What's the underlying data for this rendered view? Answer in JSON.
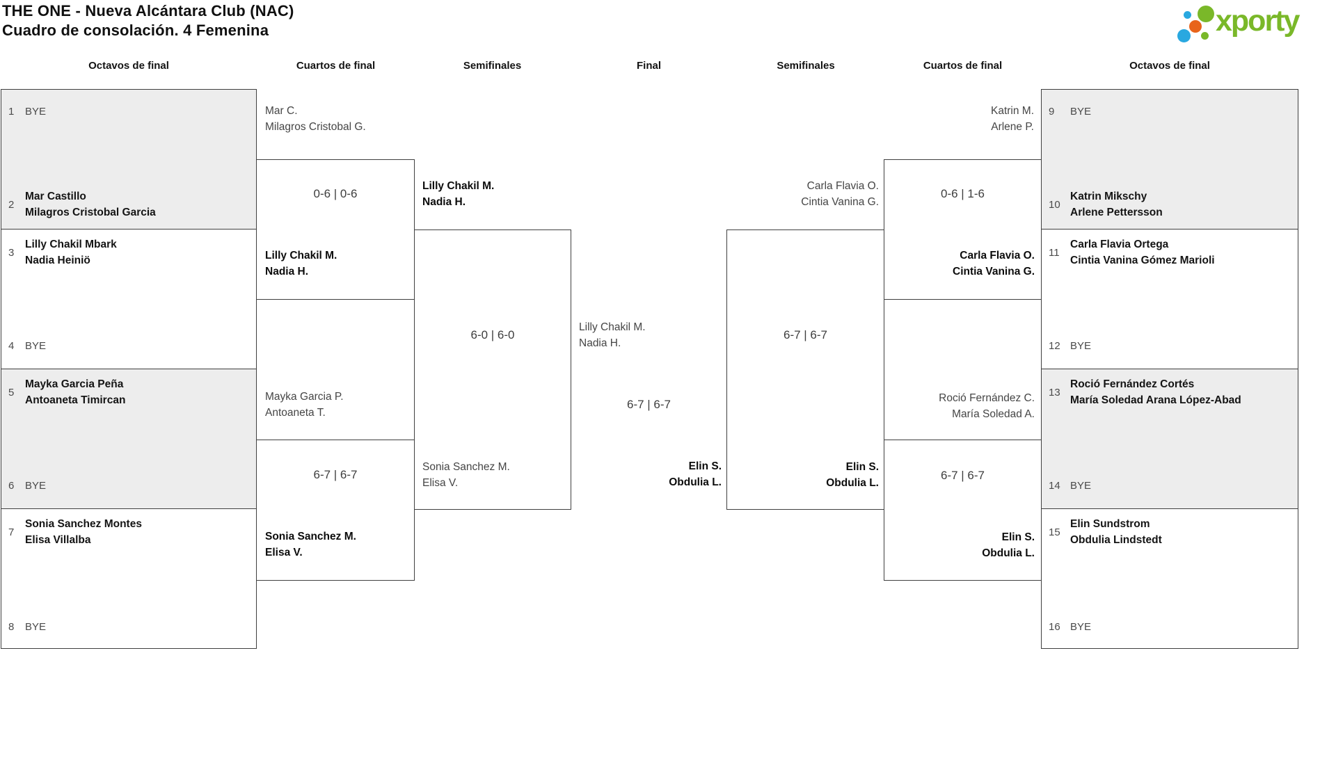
{
  "header": {
    "title_line1": "THE ONE - Nueva Alcántara Club (NAC)",
    "title_line2": "Cuadro de consolación. 4 Femenina",
    "logo": {
      "text": "xporty",
      "green": "#7ab829",
      "blue": "#29a8e0",
      "orange": "#e8641b"
    }
  },
  "round_headers": {
    "left_octavos": "Octavos de final",
    "left_cuartos": "Cuartos de final",
    "left_semis": "Semifinales",
    "final": "Final",
    "right_semis": "Semifinales",
    "right_cuartos": "Cuartos de final",
    "right_octavos": "Octavos de final"
  },
  "octavos_left": [
    {
      "seed": "1",
      "bye": "BYE"
    },
    {
      "seed": "2",
      "line1": "Mar Castillo",
      "line2": "Milagros Cristobal Garcia"
    },
    {
      "seed": "3",
      "line1": "Lilly Chakil Mbark",
      "line2": "Nadia Heiniö"
    },
    {
      "seed": "4",
      "bye": "BYE"
    },
    {
      "seed": "5",
      "line1": "Mayka Garcia Peña",
      "line2": "Antoaneta Timircan"
    },
    {
      "seed": "6",
      "bye": "BYE"
    },
    {
      "seed": "7",
      "line1": "Sonia Sanchez Montes",
      "line2": "Elisa Villalba"
    },
    {
      "seed": "8",
      "bye": "BYE"
    }
  ],
  "octavos_right": [
    {
      "seed": "9",
      "bye": "BYE"
    },
    {
      "seed": "10",
      "line1": "Katrin Mikschy",
      "line2": "Arlene Pettersson"
    },
    {
      "seed": "11",
      "line1": "Carla Flavia Ortega",
      "line2": "Cintia Vanina Gómez Marioli"
    },
    {
      "seed": "12",
      "bye": "BYE"
    },
    {
      "seed": "13",
      "line1": "Roció Fernández Cortés",
      "line2": "María Soledad Arana López-Abad"
    },
    {
      "seed": "14",
      "bye": "BYE"
    },
    {
      "seed": "15",
      "line1": "Elin Sundstrom",
      "line2": "Obdulia Lindstedt"
    },
    {
      "seed": "16",
      "bye": "BYE"
    }
  ],
  "cuartos_left": [
    {
      "feeder1": "Mar C.",
      "feeder2": "Milagros Cristobal G.",
      "score": "0-6 | 0-6",
      "winner1": "Lilly Chakil M.",
      "winner2": "Nadia H."
    },
    {
      "feeder1": "Mayka Garcia P.",
      "feeder2": "Antoaneta T.",
      "score": "6-7 | 6-7",
      "winner1": "Sonia Sanchez M.",
      "winner2": "Elisa V."
    }
  ],
  "semis_left": {
    "top1": "Lilly Chakil M.",
    "top2": "Nadia H.",
    "score": "6-0 | 6-0",
    "bottom1": "Sonia Sanchez M.",
    "bottom2": "Elisa V."
  },
  "final": {
    "top1": "Lilly Chakil M.",
    "top2": "Nadia H.",
    "score": "6-7 | 6-7",
    "winner1": "Elin S.",
    "winner2": "Obdulia L."
  },
  "semis_right": {
    "top1": "Carla Flavia O.",
    "top2": "Cintia Vanina G.",
    "score": "6-7 | 6-7",
    "winner1": "Elin S.",
    "winner2": "Obdulia L."
  },
  "cuartos_right": [
    {
      "feeder1": "Katrin M.",
      "feeder2": "Arlene P.",
      "score": "0-6 | 1-6",
      "winner1": "Carla Flavia O.",
      "winner2": "Cintia Vanina G."
    },
    {
      "feeder1": "Roció Fernández C.",
      "feeder2": "María Soledad A.",
      "score": "6-7 | 6-7",
      "winner1": "Elin S.",
      "winner2": "Obdulia L."
    }
  ],
  "colors": {
    "row_gray": "#ededed",
    "border": "#3f3f3f",
    "text_dark": "#141414",
    "text_gray": "#4a4a4a"
  }
}
